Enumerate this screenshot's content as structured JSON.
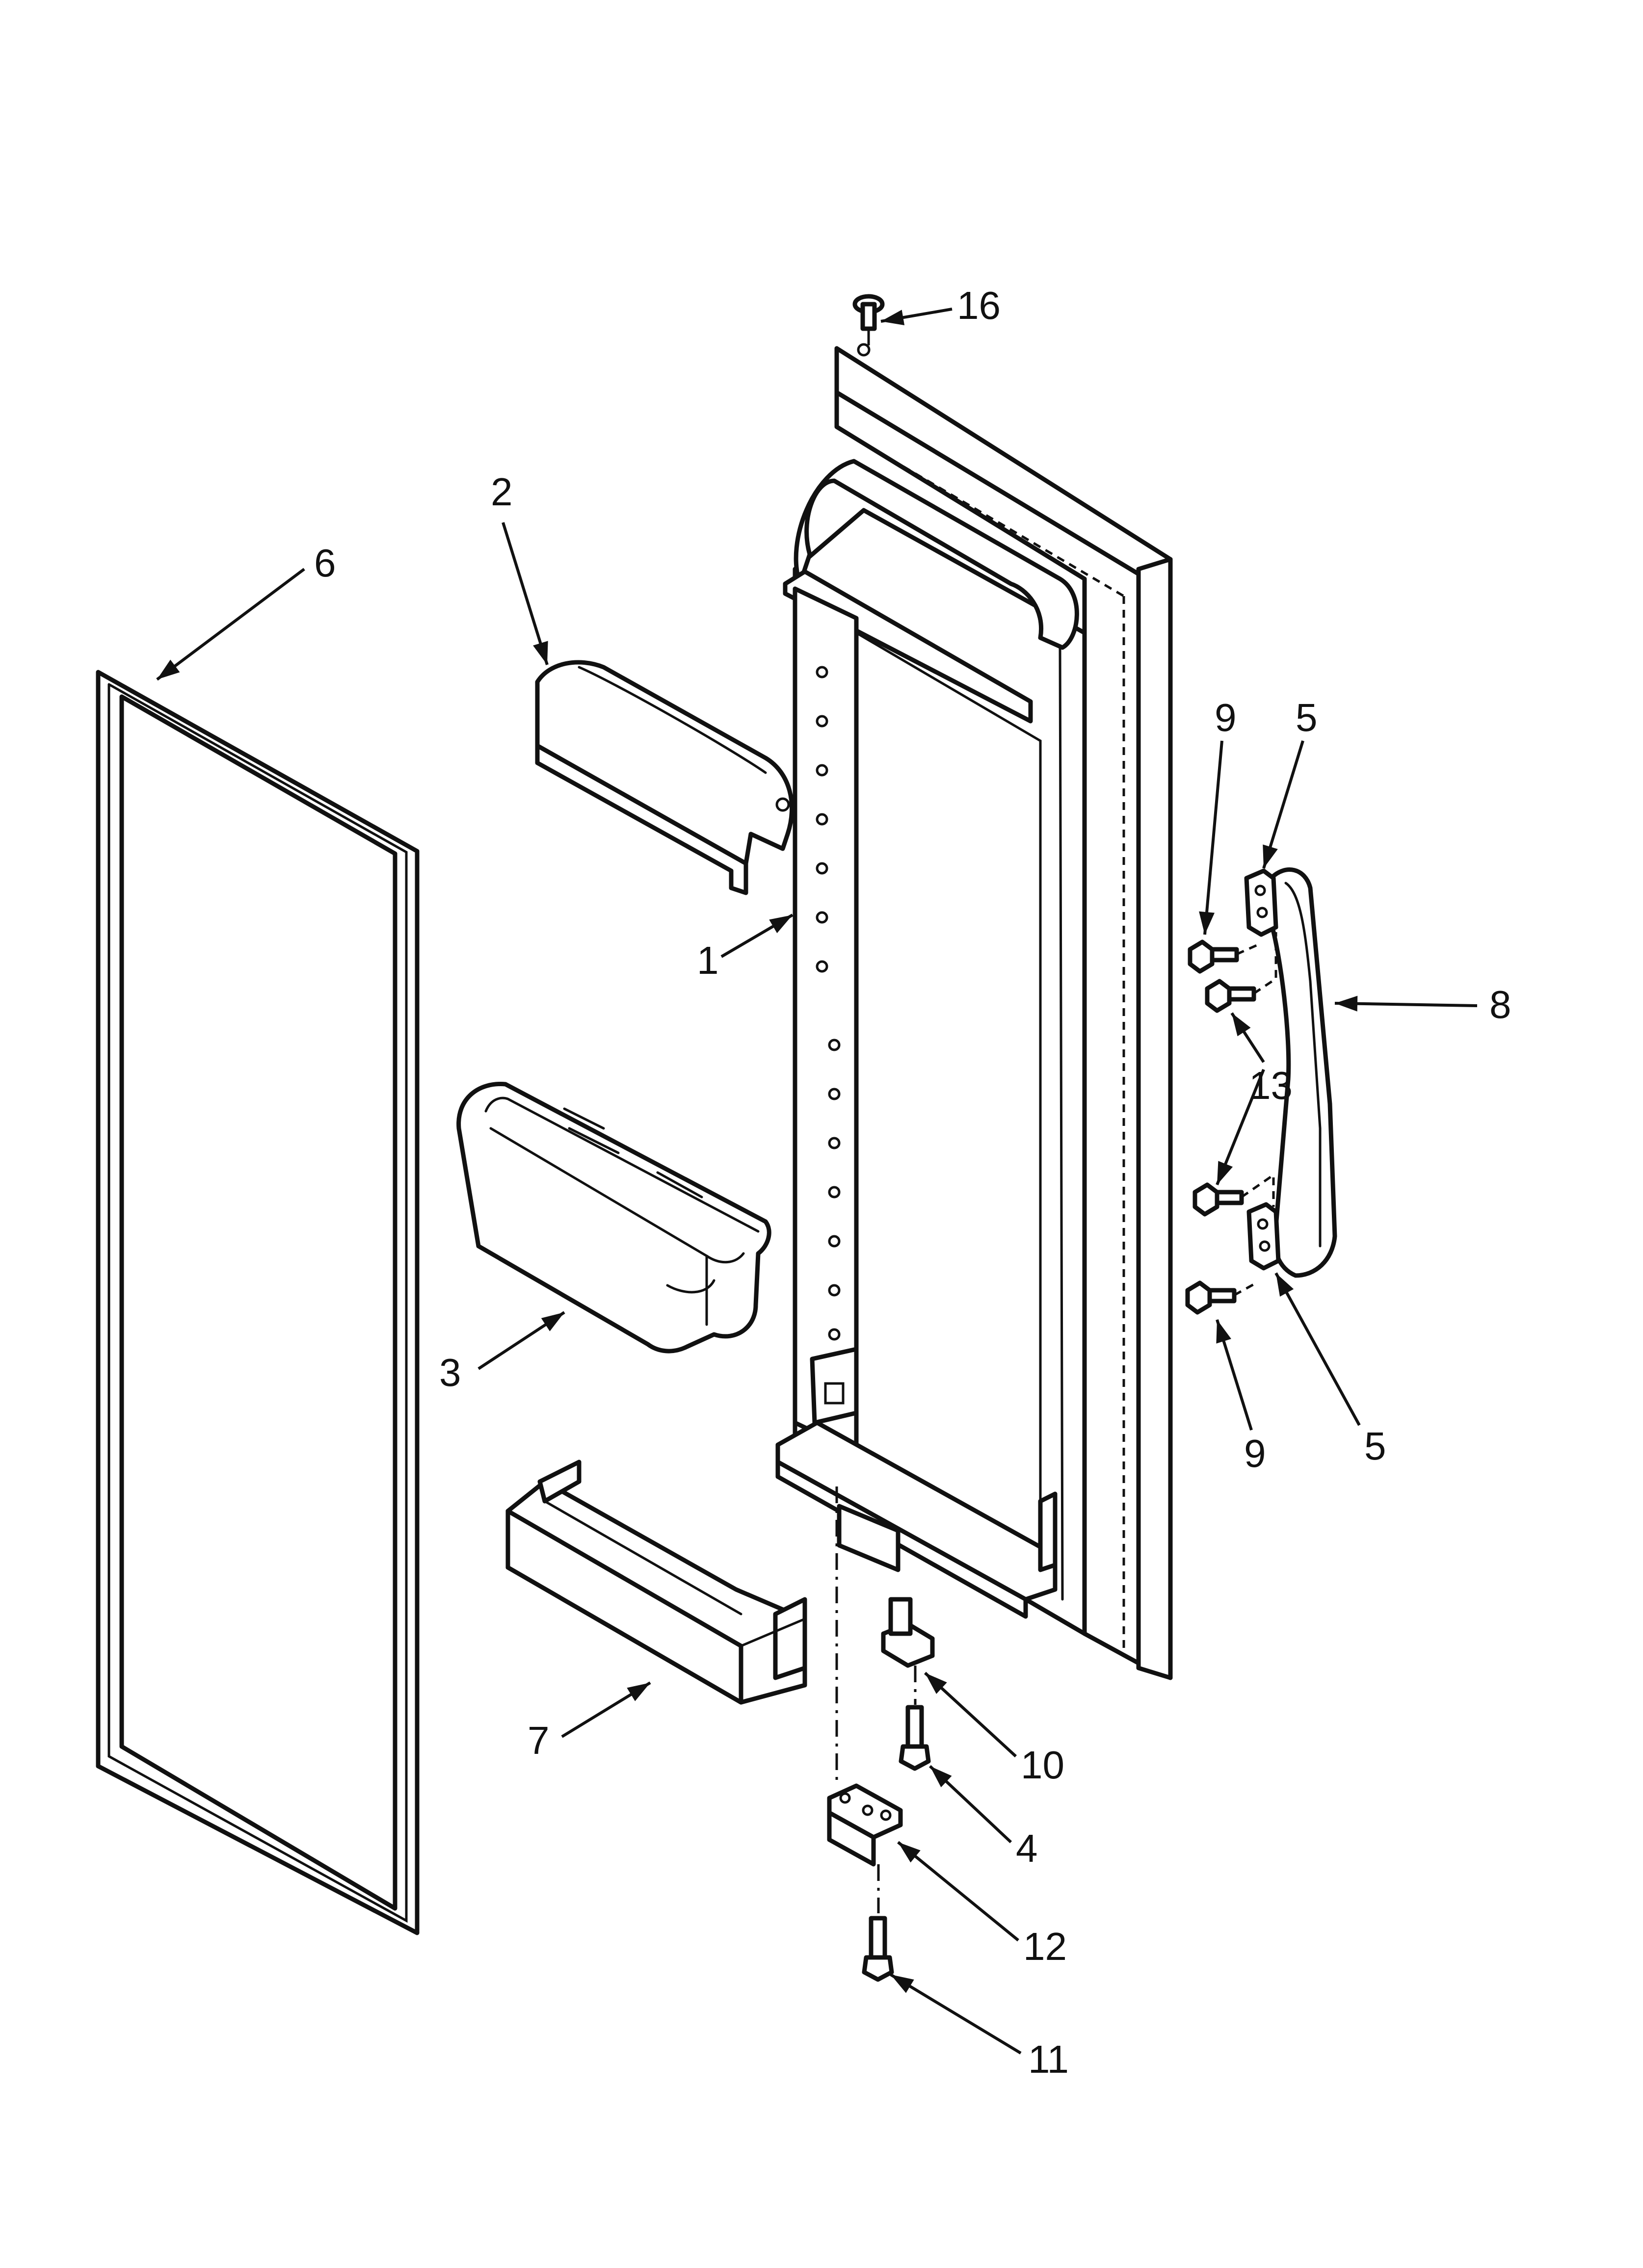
{
  "callouts": [
    {
      "id": "c16",
      "label": "16"
    },
    {
      "id": "c2",
      "label": "2"
    },
    {
      "id": "c6",
      "label": "6"
    },
    {
      "id": "c9a",
      "label": "9"
    },
    {
      "id": "c5a",
      "label": "5"
    },
    {
      "id": "c1",
      "label": "1"
    },
    {
      "id": "c8",
      "label": "8"
    },
    {
      "id": "c13",
      "label": "13"
    },
    {
      "id": "c3",
      "label": "3"
    },
    {
      "id": "c9b",
      "label": "9"
    },
    {
      "id": "c5b",
      "label": "5"
    },
    {
      "id": "c7",
      "label": "7"
    },
    {
      "id": "c10",
      "label": "10"
    },
    {
      "id": "c4",
      "label": "4"
    },
    {
      "id": "c12",
      "label": "12"
    },
    {
      "id": "c11",
      "label": "11"
    }
  ]
}
